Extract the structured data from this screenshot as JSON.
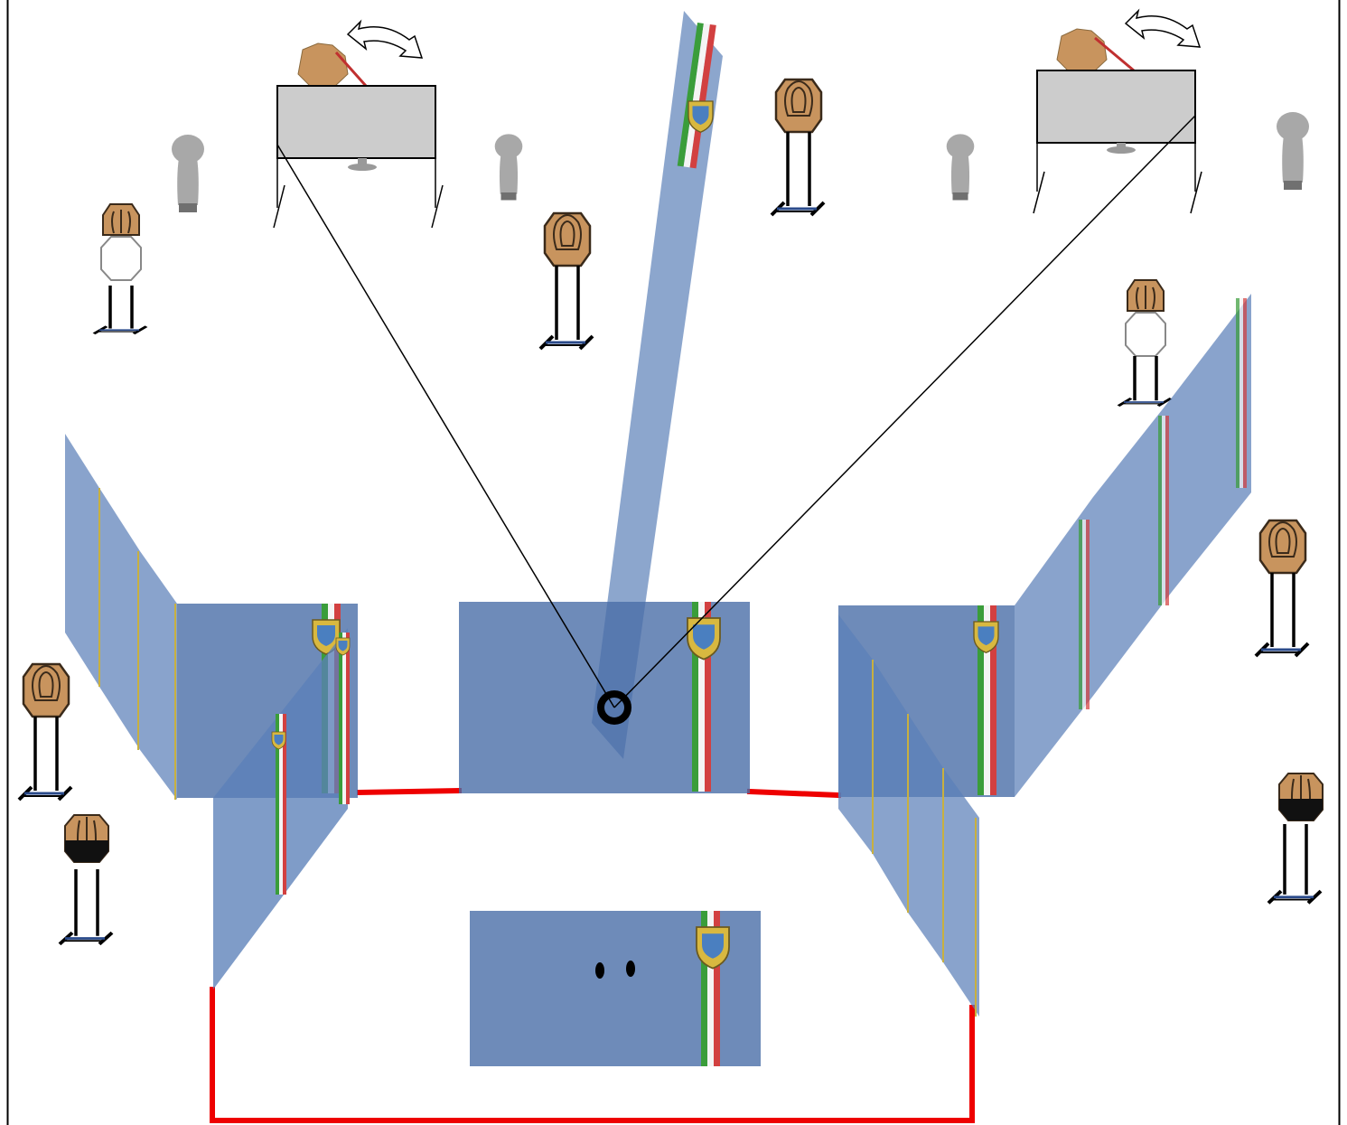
{
  "stage_diagram": {
    "colors": {
      "background": "#ffffff",
      "frame": "#000000",
      "wall_panel": "#5b80b8",
      "wall_panel_dark": "#4a6ea8",
      "fault_line": "#ee0000",
      "target_cardboard": "#c8945e",
      "target_outline": "#6b4a2a",
      "no_shoot_white": "#ffffff",
      "hard_cover_black": "#111111",
      "metal_plate": "#a8a8a8",
      "mover_shield": "#cccccc",
      "flag_green": "#3a9d3a",
      "flag_white": "#f4f4f4",
      "flag_red": "#d24040",
      "crest_gold": "#d8b840"
    },
    "elements": [
      {
        "name": "shooting-area-red-fault-line",
        "icon": "fault-line"
      },
      {
        "name": "start-position-marker",
        "icon": "start-ring-icon"
      },
      {
        "name": "mover-target-left",
        "icon": "swinging-target-icon"
      },
      {
        "name": "mover-target-right",
        "icon": "swinging-target-icon"
      },
      {
        "name": "steel-popper",
        "icon": "popper-icon"
      },
      {
        "name": "paper-target",
        "icon": "ipsc-target-icon"
      },
      {
        "name": "no-shoot-target",
        "icon": "no-shoot-icon"
      },
      {
        "name": "partially-covered-target",
        "icon": "hard-cover-target-icon"
      },
      {
        "name": "wall-panel",
        "icon": "vision-barrier-icon"
      }
    ]
  }
}
